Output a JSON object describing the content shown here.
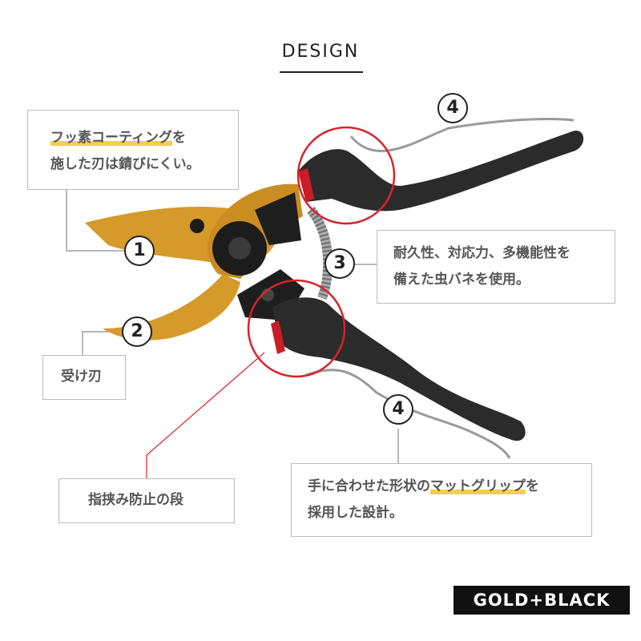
{
  "header": {
    "title": "DESIGN"
  },
  "callouts": {
    "coating": {
      "highlight": "フッ素コーティング",
      "rest": "を",
      "line2": "施した刃は錆びにくい。"
    },
    "receiver": {
      "text": "受け刃"
    },
    "spring": {
      "line1": "耐久性、対応力、多機能性を",
      "line2": "備えた虫バネを使用。"
    },
    "guard": {
      "text": "指挟み防止の段"
    },
    "grip": {
      "line1_pre": "手に合わせた形状の",
      "highlight": "マットグリップ",
      "line1_post": "を",
      "line2": "採用した設計。"
    }
  },
  "markers": [
    "1",
    "2",
    "3",
    "4",
    "4"
  ],
  "variant_badge": "GOLD+BLACK",
  "colors": {
    "blade": "#d59a2a",
    "handle": "#2b2b2b",
    "accent_red": "#d8232a",
    "highlight": "#f2cf52"
  }
}
